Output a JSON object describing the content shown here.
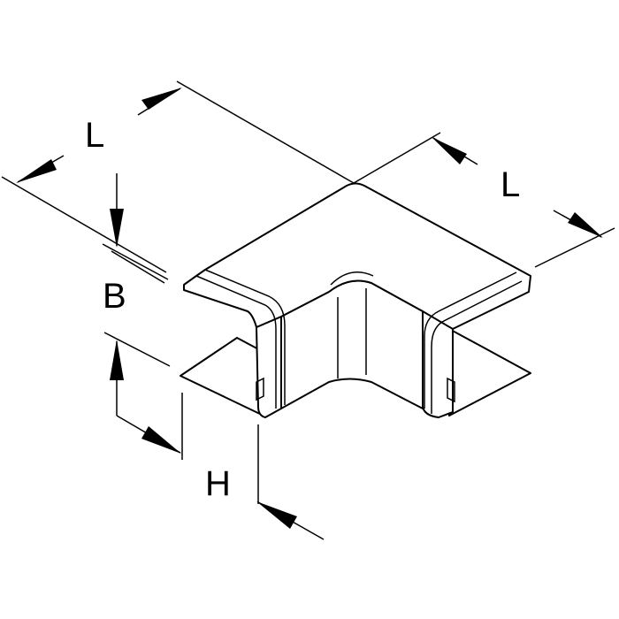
{
  "drawing": {
    "dimensions": {
      "length_top_left": "L",
      "length_top_right": "L",
      "width": "B",
      "height": "H"
    },
    "colors": {
      "line": "#000000",
      "background": "#ffffff"
    }
  }
}
